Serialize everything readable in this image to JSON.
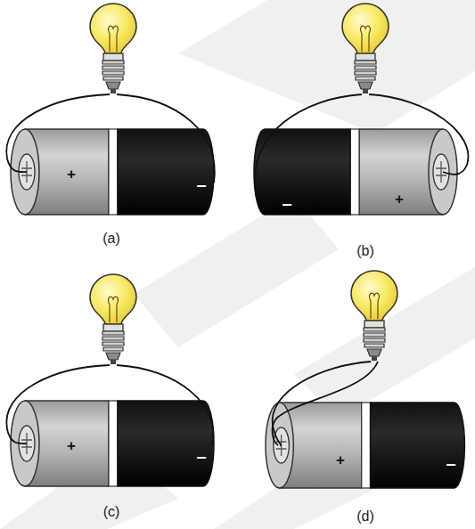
{
  "diagram": {
    "labels": [
      "+",
      "–",
      "(a)",
      "–",
      "+",
      "(b)",
      "+",
      "–",
      "(c)",
      "+",
      "–",
      "(d)"
    ]
  }
}
